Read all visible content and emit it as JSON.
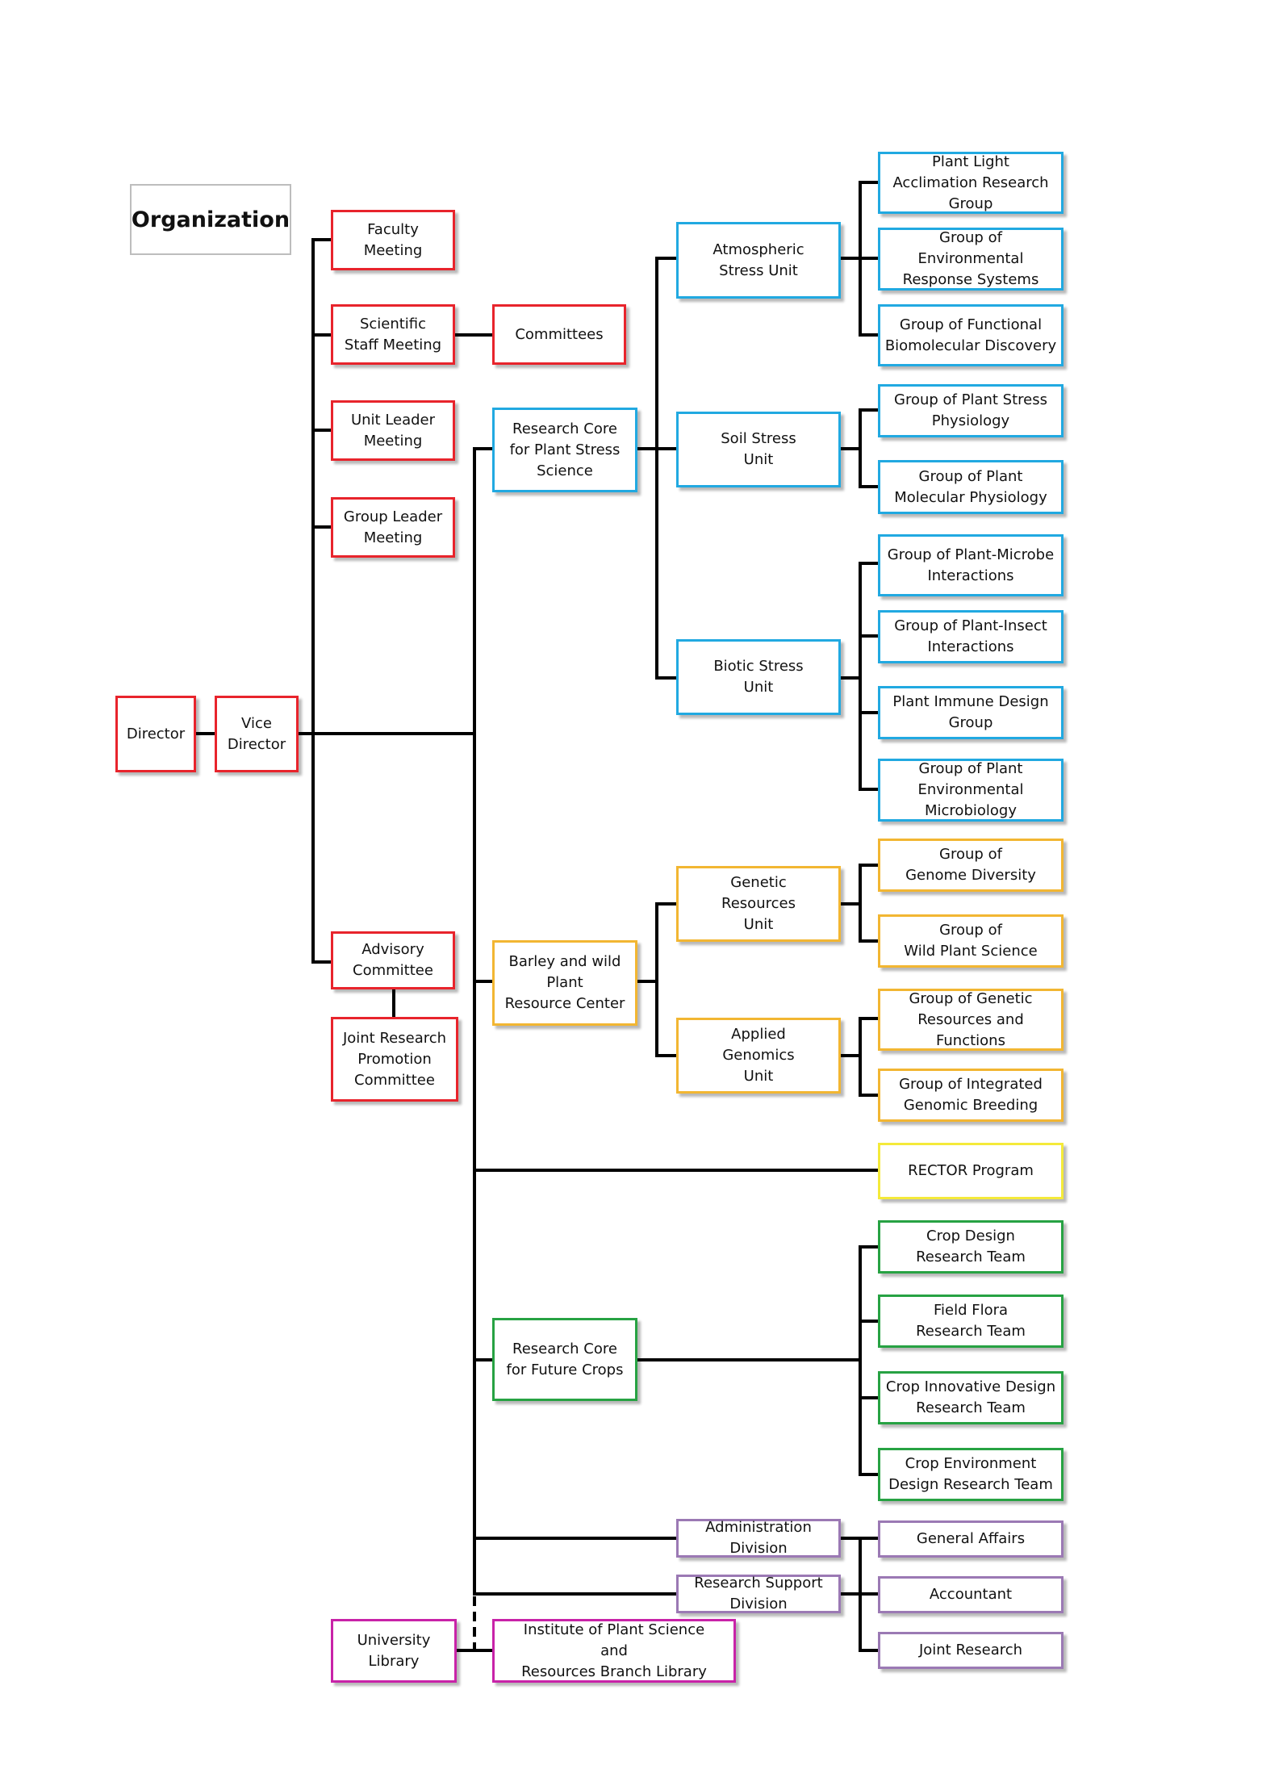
{
  "title": "Organization",
  "colors": {
    "red": "#e8242c",
    "blue": "#21a9e1",
    "orange": "#f2b632",
    "yellow": "#f4ea3a",
    "green": "#27a243",
    "purple": "#9b79b4",
    "magenta": "#c823a8",
    "line": "#000000"
  },
  "nodes": {
    "director": "Director",
    "vice_director": "Vice\nDirector",
    "faculty_meeting": "Faculty\nMeeting",
    "scientific_staff_meeting": "Scientific\nStaff  Meeting",
    "committees": "Committees",
    "unit_leader_meeting": "Unit Leader\nMeeting",
    "group_leader_meeting": "Group Leader\nMeeting",
    "advisory_committee": "Advisory\nCommittee",
    "joint_research_promotion_committee": "Joint Research\nPromotion\nCommittee",
    "research_core_plant_stress": "Research Core\nfor Plant Stress\nScience",
    "atmospheric_stress_unit": "Atmospheric\nStress Unit",
    "soil_stress_unit": "Soil Stress\nUnit",
    "biotic_stress_unit": "Biotic Stress\nUnit",
    "plant_light_acclimation": "Plant Light\nAcclimation Research\nGroup",
    "environmental_response_systems": "Group of\nEnvironmental\nResponse Systems",
    "functional_biomolecular_discovery": "Group of Functional\nBiomolecular Discovery",
    "plant_stress_physiology": "Group of Plant Stress\nPhysiology",
    "plant_molecular_physiology": "Group of Plant\nMolecular Physiology",
    "plant_microbe_interactions": "Group of Plant-Microbe\nInteractions",
    "plant_insect_interactions": "Group of Plant-Insect\nInteractions",
    "plant_immune_design": "Plant Immune Design\nGroup",
    "plant_environmental_microbiology": "Group of Plant\nEnvironmental\nMicrobiology",
    "barley_center": "Barley and wild\nPlant\nResource Center",
    "genetic_resources_unit": "Genetic\nResources\nUnit",
    "applied_genomics_unit": "Applied\nGenomics\nUnit",
    "genome_diversity": "Group of\nGenome Diversity",
    "wild_plant_science": "Group of\nWild Plant Science",
    "genetic_resources_functions": "Group of Genetic\nResources and\nFunctions",
    "integrated_genomic_breeding": "Group of Integrated\nGenomic Breeding",
    "rector_program": "RECTOR Program",
    "research_core_future_crops": "Research Core\nfor Future Crops",
    "crop_design_team": "Crop Design\nResearch Team",
    "field_flora_team": "Field Flora\nResearch Team",
    "crop_innovative_design_team": "Crop Innovative Design\nResearch Team",
    "crop_environment_design_team": "Crop Environment\nDesign Research Team",
    "administration_division": "Administration\nDivision",
    "research_support_division": "Research Support\nDivision",
    "general_affairs": "General Affairs",
    "accountant": "Accountant",
    "joint_research": "Joint Research",
    "university_library": "University\nLibrary",
    "branch_library": "Institute of Plant Science\nand\nResources Branch Library"
  }
}
